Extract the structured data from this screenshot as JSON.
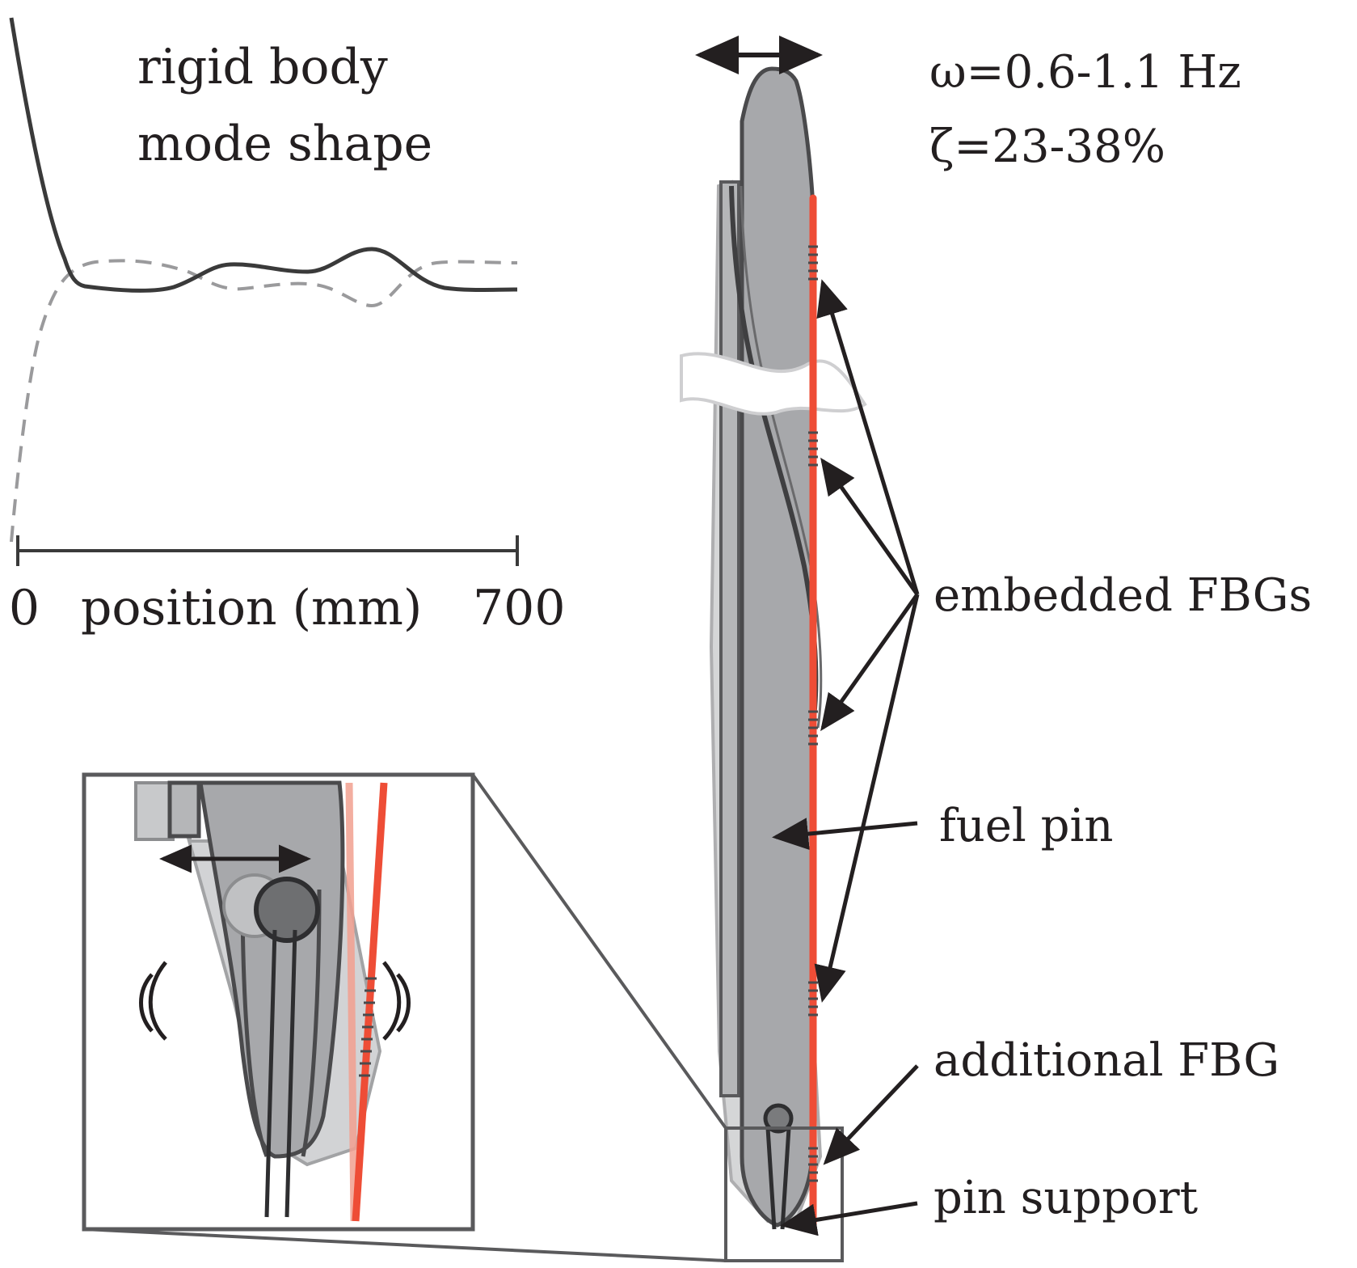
{
  "mode_plot": {
    "title_line1": "rigid body",
    "title_line2": "mode shape",
    "axis_label": "position (mm)",
    "axis_min": "0",
    "axis_max": "700",
    "solid_color": "#3a3a3a",
    "dashed_color": "#9a9a9c"
  },
  "parameters": {
    "frequency": "ω=0.6-1.1 Hz",
    "damping": "ζ=23-38%"
  },
  "callouts": {
    "embedded_fbgs": "embedded FBGs",
    "fuel_pin": "fuel pin",
    "additional_fbg": "additional FBG",
    "pin_support": "pin support"
  },
  "colors": {
    "fiber": "#ee4d36",
    "pin_body": "#a7a8ab",
    "outline": "#4a4a4c",
    "arrow": "#231f20"
  }
}
